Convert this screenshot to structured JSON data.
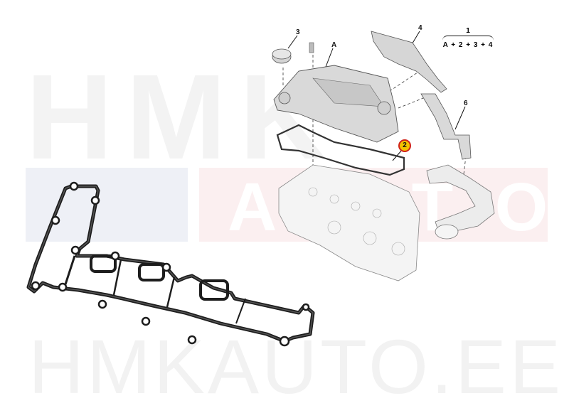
{
  "watermark": {
    "top_text": "HMK",
    "band_text": "AUTO",
    "site_text": "HMKAUTO.EE",
    "colors": {
      "band_blue": "#eef0f6",
      "band_red": "#fbeff0",
      "text_gray": "#f3f3f3"
    }
  },
  "diagram": {
    "formula": {
      "total_label": "1",
      "parts": "A + 2 + 3 + 4"
    },
    "callouts": {
      "cover_assembly": "A",
      "oil_cap": "3",
      "baffle_plate": "4",
      "breather_pipe": "6",
      "highlighted_gasket": "2"
    },
    "highlight_colors": {
      "badge_fill": "#f2c200",
      "badge_ring": "#d0231a"
    }
  },
  "product": {
    "name_icon": "valve-cover-gasket-photo"
  }
}
